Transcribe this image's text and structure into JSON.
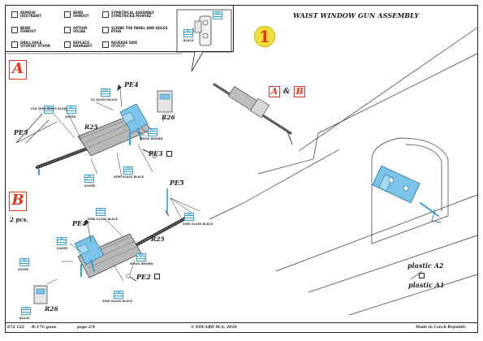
{
  "legend": [
    {
      "text1": "REMOVE",
      "text2": "ODSTRANIT"
    },
    {
      "text1": "BEND",
      "text2": "OHNOUT"
    },
    {
      "text1": "SYMETRICAL ASSEMBLY",
      "text2": "SYMETRICKÁ MONTÁŽ"
    },
    {
      "text1": "BEND",
      "text2": "OHNOUT"
    },
    {
      "text1": "OPTION",
      "text2": "VOLBA"
    },
    {
      "text1": "SCRIBE THE PANEL AND HOLES",
      "text2": "RÝHA"
    },
    {
      "text1": "DRILL HOLE",
      "text2": "VYVRTAT OTVOR"
    },
    {
      "text1": "REPLACE",
      "text2": "NAHRADIT"
    },
    {
      "text1": "REVERSE SIDE",
      "text2": "OTOČIT"
    }
  ],
  "title": "WAIST WINDOW GUN ASSEMBLY",
  "step_number": "1",
  "variants": {
    "a": "A",
    "b": "B",
    "amp": "&"
  },
  "variant_b_qty": "2 pcs.",
  "parts": {
    "pe4": "PE4",
    "pe5": "PE5",
    "pe3": "PE3",
    "pe2": "PE2",
    "r25": "R25",
    "r26": "R26"
  },
  "paint_labels": {
    "x1_gloss_black": "X1 GLOSS BLACK",
    "wood_brown": "WOOD BROWN",
    "x18_semi_gloss_black": "X18 SEMI GLOSS BLACK",
    "silver": "SILVER",
    "semi_gloss_black": "SEMI GLOSS BLACK",
    "black": "BLACK"
  },
  "chips": {
    "c33": "C33",
    "c8": "C8",
    "c92": "C92",
    "c43": "C43",
    "h12": "H12",
    "h37": "H37",
    "h8": "H8",
    "h89": "H89",
    "h2": "H2"
  },
  "plastic": {
    "a2": "plastic A2",
    "a1": "plastic A1"
  },
  "footer": {
    "code": "672 122",
    "product": "B-17G guns",
    "page": "page 2/4",
    "copyright": "© EDUARD M.A. 2016",
    "made_in": "Made in Czech Republic"
  },
  "colors": {
    "accent_red": "#e8341f",
    "step_yellow": "#f3df3c",
    "part_blue": "#3aa0d6",
    "ink": "#1b1b1b"
  }
}
